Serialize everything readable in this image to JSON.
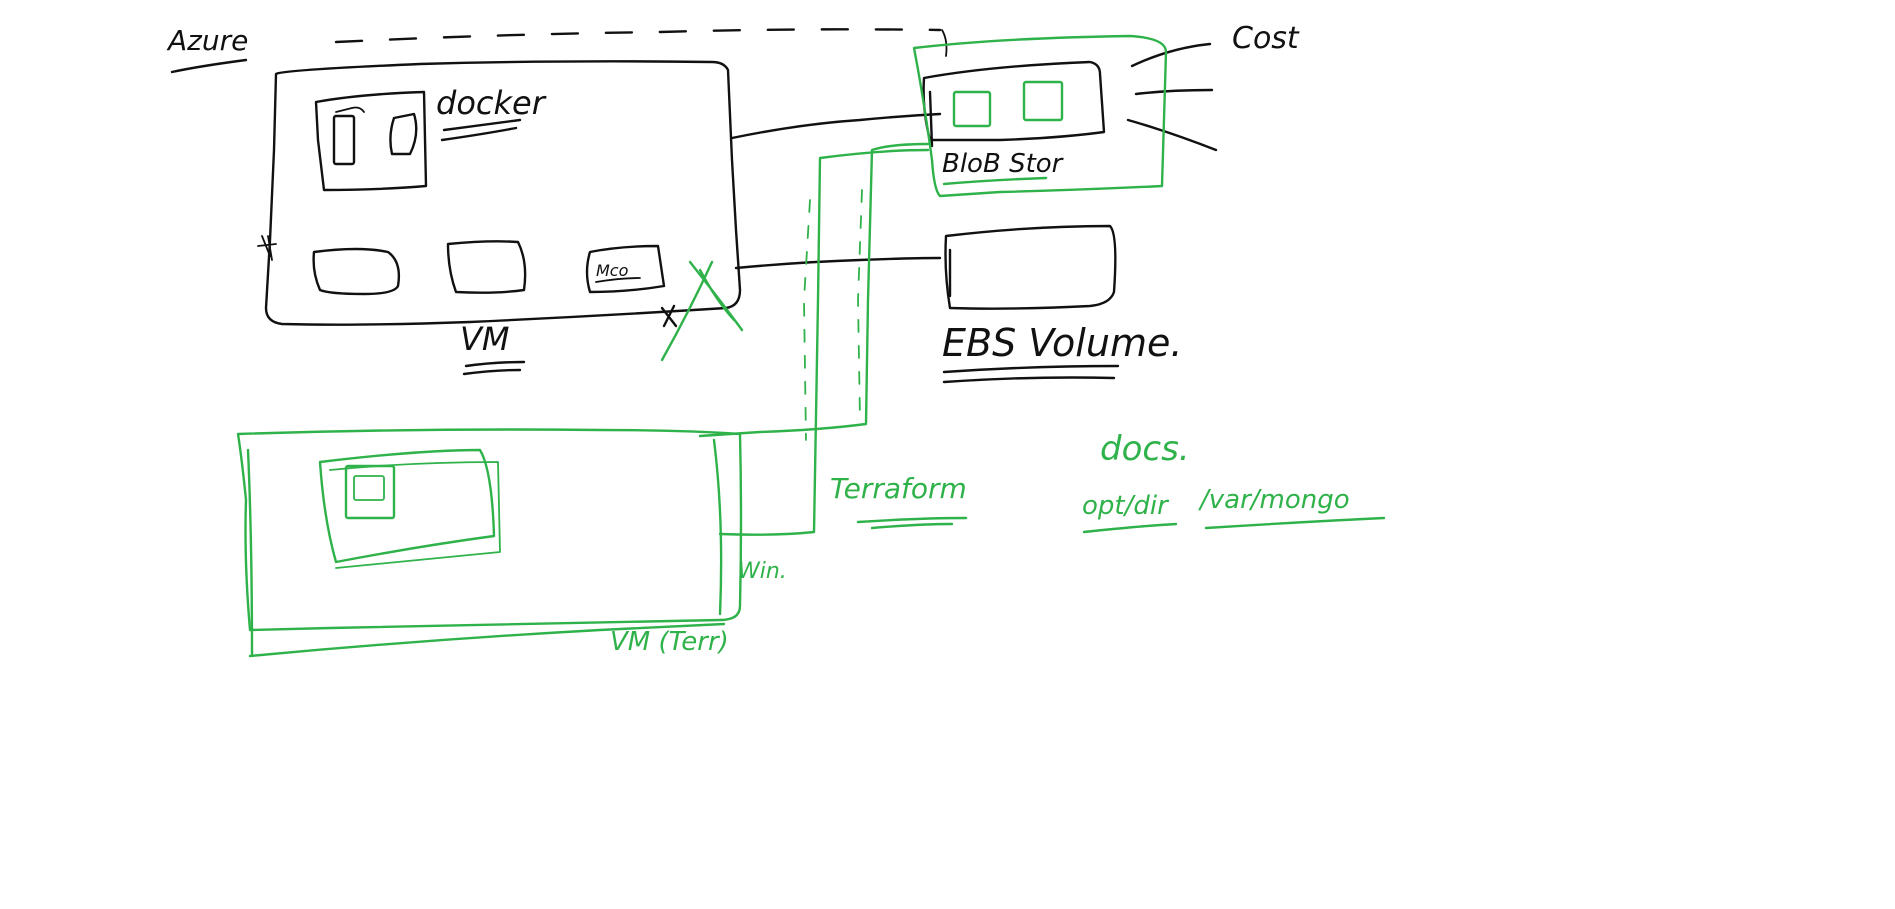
{
  "whiteboard": {
    "ink_colors": {
      "black": "#111111",
      "green": "#2fb24a"
    },
    "labels": {
      "azure": "Azure",
      "docker": "docker",
      "vm": "VM",
      "mco": "Mco",
      "cost": "Cost",
      "blob_store": "BloB Stor",
      "ebs_volume": "EBS Volume.",
      "terraform": "Terraform",
      "vm_terraform": "VM (Terr)",
      "win": "Win.",
      "docs": "docs.",
      "opt_dir": "opt/dir",
      "var_mongo": "/var/mongo"
    }
  }
}
